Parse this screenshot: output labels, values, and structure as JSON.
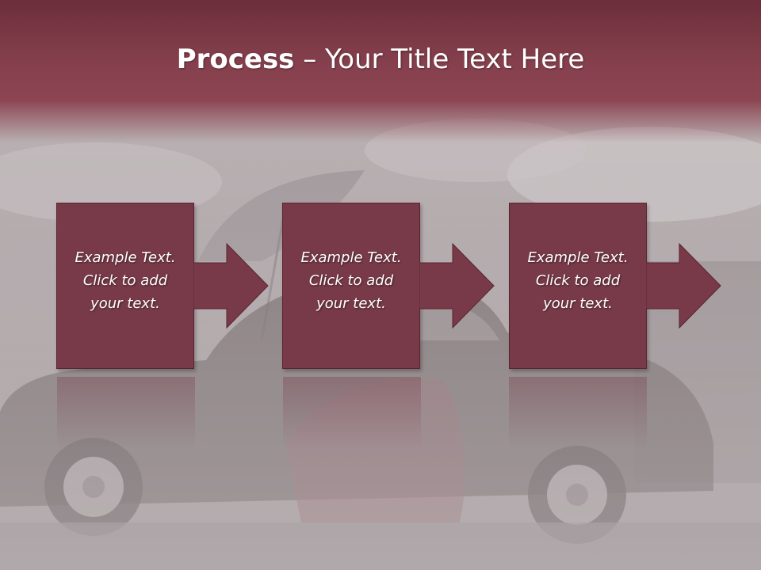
{
  "slide": {
    "title_bold": "Process",
    "title_rest": " – Your Title Text Here"
  },
  "steps": [
    {
      "line1": "Example Text.",
      "line2": "Click  to add",
      "line3": "your text."
    },
    {
      "line1": "Example Text.",
      "line2": "Click  to add",
      "line3": "your text."
    },
    {
      "line1": "Example Text.",
      "line2": "Click  to add",
      "line3": "your text."
    }
  ],
  "colors": {
    "box_fill": "#783a48",
    "title_band": "#86404d",
    "text": "#ffffff"
  },
  "icons": [
    "right-arrow-icon",
    "right-arrow-icon",
    "right-arrow-icon"
  ]
}
